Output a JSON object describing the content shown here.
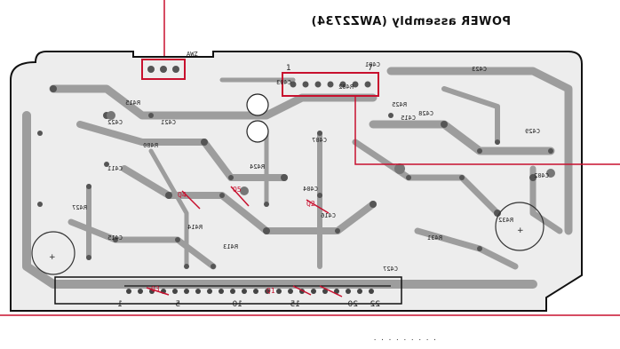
{
  "title": "POWER assembly (AWZ2734)",
  "board_label": "AWZ",
  "pin_numbers": [
    "1",
    "5",
    "10",
    "15",
    "20",
    "22"
  ],
  "connector_pin_1": "1",
  "connector_pin_7": "7",
  "parts": [
    "R415",
    "C422",
    "C421",
    "R480",
    "C411",
    "R427",
    "C415",
    "R414",
    "R413",
    "C404",
    "C407",
    "C416",
    "R402",
    "C403",
    "C401",
    "C415",
    "R425",
    "C427",
    "C423",
    "C428",
    "C429",
    "C402",
    "R432",
    "R431",
    "R424"
  ],
  "red_parts": [
    "Q4",
    "Q5",
    "Q2",
    "Q3",
    "Q1"
  ],
  "colors": {
    "trace": "#9d9d9d",
    "board": "#ededed",
    "highlight": "#c8102e",
    "ink": "#111111"
  }
}
